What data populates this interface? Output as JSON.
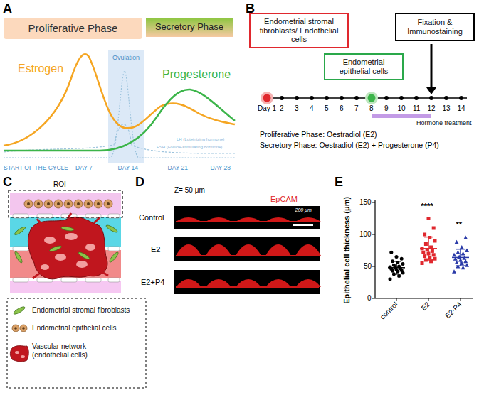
{
  "diagram": {
    "nodes": [
      {
        "text": [
          "Proliferative Phase"
        ]
      },
      {
        "text": [
          "Secretory Phase"
        ]
      },
      {
        "text": [
          "Endometrial stromal fibroblasts/ Endothelial cells"
        ]
      },
      {
        "text": [
          "Endometrial epithelial cells"
        ]
      },
      {
        "text": [
          "Fixation & Immunostaining"
        ]
      }
    ],
    "labels": [
      "A",
      "Estrogen",
      "Ovulation",
      "Progesterone",
      "LH (Luteinizing hormone)",
      "FSH (Follicle-stimulating hormone)",
      "START OF THE CYCLE",
      "DAY 7",
      "DAY 14",
      "DAY 21",
      "DAY 28",
      "B",
      "Day 1",
      "2",
      "3",
      "4",
      "5",
      "6",
      "7",
      "8",
      "9",
      "10",
      "11",
      "12",
      "13",
      "14",
      "Proliferative Phase: Oestradiol (E2)",
      "Secretory Phase: Oestradiol (E2) + Progesterone (P4)",
      "C",
      "ROI",
      "D",
      "Z= 50 μm",
      "EpCAM",
      "Control",
      "E2",
      "E2+P4",
      "200 μm",
      "E",
      "Epithelial cell thickness (μm)",
      "150",
      "100",
      "50",
      "0",
      "control",
      "E2",
      "E2-P4",
      "****",
      "**"
    ],
    "legend": [
      {
        "text": "Hormone treatment",
        "color": "#c39be6"
      },
      {
        "text": "Endometrial stromal fibroblasts"
      },
      {
        "text": "Endometrial epithelial cells"
      },
      {
        "text": "Vascular network (endothelial cells)"
      }
    ]
  }
}
